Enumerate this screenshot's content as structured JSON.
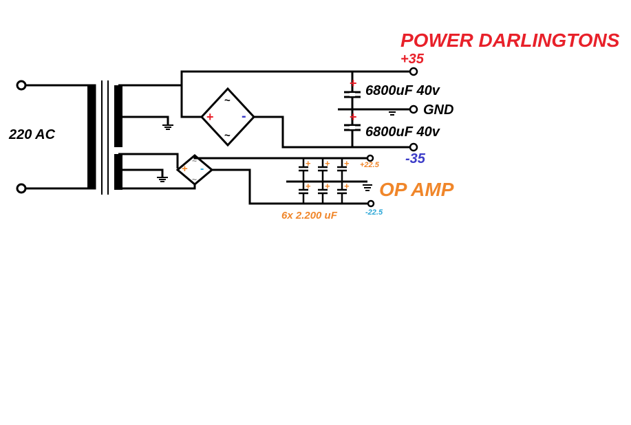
{
  "input_label": "220 AC",
  "power": {
    "title": "POWER DARLINGTONS",
    "pos_rail": "+35",
    "neg_rail": "-35",
    "gnd": "GND",
    "cap_top": "6800uF 40v",
    "cap_bottom": "6800uF 40v",
    "bridge_plus": "+",
    "bridge_minus": "-",
    "bridge_ac": "~",
    "cap_plus": "+"
  },
  "opamp": {
    "title": "OP AMP",
    "pos_rail": "+22.5",
    "neg_rail": "-22.5",
    "caps_label": "6x 2.200 uF",
    "bridge_plus": "+",
    "bridge_minus": "-",
    "bridge_ac": "~",
    "cap_plus": "+"
  },
  "colors": {
    "wire": "#000000",
    "power_title": "#e8212a",
    "neg_rail": "#3c3cc8",
    "opamp_orange": "#f0862a",
    "neg_small": "#2aa6d6"
  }
}
